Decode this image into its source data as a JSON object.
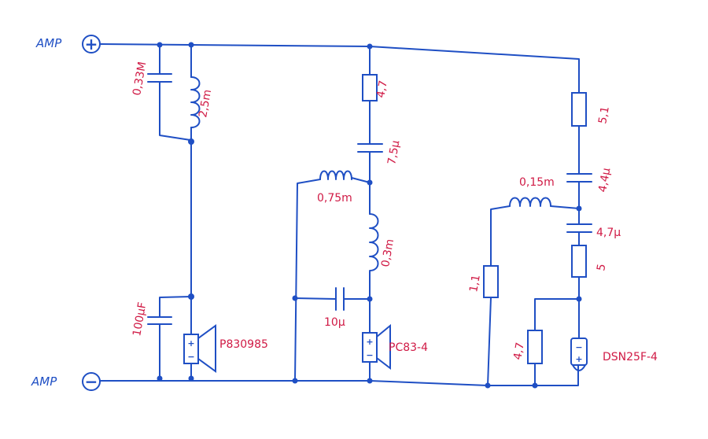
{
  "amp": {
    "label_plus": "AMP",
    "label_minus": "AMP",
    "plus_symbol": "+",
    "minus_symbol": "−"
  },
  "woofer_section": {
    "cap_parallel": "0,33M",
    "coil_series": "2,5m",
    "cap_shunt": "100µF",
    "driver": "P830985"
  },
  "mid_section": {
    "resistor": "4,7",
    "cap_series": "7,5µ",
    "coil_shunt": "0,75m",
    "coil_series": "0,3m",
    "cap_shunt": "10µ",
    "driver": "PC83-4"
  },
  "tweeter_section": {
    "resistor_top": "5,1",
    "cap_series_top": "4,4µ",
    "coil_shunt": "0,15m",
    "resistor_shunt": "1,1",
    "cap_series": "4,7µ",
    "resistor_series": "5",
    "resistor_parallel": "4,7",
    "driver": "DSN25F-4"
  },
  "driver_polarity": {
    "plus": "+",
    "minus": "−"
  },
  "colors": {
    "ink": "#1f4fc4",
    "labels": "#d01a45"
  }
}
